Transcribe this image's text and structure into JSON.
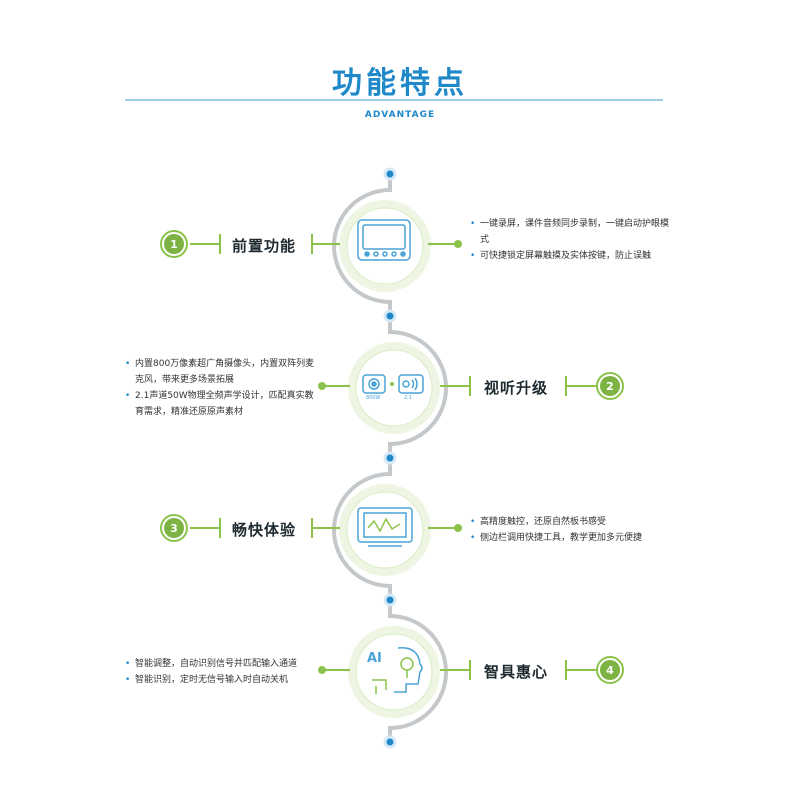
{
  "header": {
    "title": "功能特点",
    "subtitle": "ADVANTAGE"
  },
  "features": [
    {
      "number": "1",
      "title": "前置功能",
      "bullets": [
        "一键录屏，课件音频同步录制，一键启动护眼模式",
        "可快捷锁定屏幕触摸及实体按键，防止误触"
      ]
    },
    {
      "number": "2",
      "title": "视听升级",
      "bullets": [
        "内置800万像素超广角摄像头，内置双阵列麦克风，带来更多场景拓展",
        "2.1声道50W物理全频声学设计，匹配真实教育需求，精准还原原声素材"
      ],
      "icon_labels": {
        "camera": "800W",
        "speaker": "2.1"
      }
    },
    {
      "number": "3",
      "title": "畅快体验",
      "bullets": [
        "高精度触控，还原自然板书感受",
        "侧边栏调用快捷工具，教学更加多元便捷"
      ]
    },
    {
      "number": "4",
      "title": "智具惠心",
      "bullets": [
        "智能调整，自动识别信号并匹配输入通道",
        "智能识别，定时无信号输入时自动关机"
      ],
      "icon_labels": {
        "ai": "AI"
      }
    }
  ],
  "colors": {
    "title_blue": "#1e88c9",
    "green": "#8bc34a",
    "number_fill": "#7cb342",
    "rule_blue": "#9ecbe8",
    "node_blue": "#1e88c9",
    "line_gray": "#c4c8cb",
    "halo": "#eef6e3"
  },
  "icons": [
    "front-panel-icon",
    "camera-speaker-icon",
    "touch-screen-icon",
    "ai-brain-icon"
  ]
}
